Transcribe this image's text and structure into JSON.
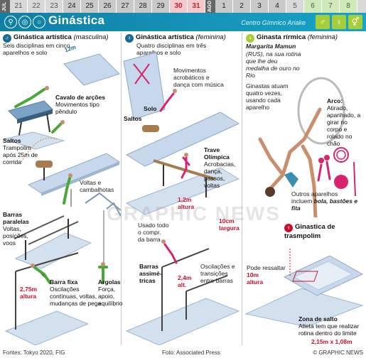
{
  "datebar": {
    "month1": "JUL",
    "days1": [
      "21",
      "22",
      "23",
      "24",
      "25",
      "26",
      "27",
      "28",
      "29",
      "30",
      "31"
    ],
    "month2": "AGO",
    "days2": [
      "1",
      "2",
      "3",
      "4",
      "5",
      "6",
      "7",
      "8"
    ]
  },
  "header": {
    "title": "Ginástica",
    "venue": "Centro Gímnico Ariake",
    "accent": "#1a9bc2"
  },
  "artistic_m": {
    "title": "Ginástica artística",
    "title_tag": "(masculina)",
    "desc": "Seis disciplinas em cinco aparelhos e solo",
    "floor_size": "12m",
    "pommel_title": "Cavalo de arções",
    "pommel_desc": "Movimentos tipo pêndulo",
    "vault_title": "Saltos",
    "vault_desc": "Trampolim após 25m de corrida",
    "rings_note": "Voltas e cambalhotas",
    "pbars_title": "Barras paralelas",
    "pbars_desc": "Voltas, posições, voos",
    "hbar_title": "Barra fixa",
    "hbar_desc": "Oscilações contínuas, voltas, mudanças de pega",
    "hbar_height": "2,75m altura",
    "rings_title": "Argolas",
    "rings_desc": "Força, apoio, equilíbrio"
  },
  "artistic_f": {
    "title": "Ginástica artística",
    "title_tag": "(feminina)",
    "desc": "Quatro disciplinas em três aparelhos e solo",
    "floor_note": "Movimentos acrobáticos e dança com música",
    "solo": "Solo",
    "vault": "Saltos",
    "beam_title": "Trave Olímpica",
    "beam_desc": "Acrobacias, dança, passos, voltas",
    "beam_height": "1,2m altura",
    "beam_width": "10cm largura",
    "beam_note": "Usado todo o compr. da barra",
    "ubars_title": "Barras assimé-tricas",
    "ubars_height": "2,4m alt.",
    "ubars_note": "Oscilações e transições entre barras"
  },
  "rhythmic": {
    "title": "Ginasta rírmica",
    "title_tag": "(feminina)",
    "athlete_name": "Margarita Mamun",
    "athlete_desc": "(RUS), na sua rotina que lhe deu medalha de ouro no Rio",
    "quartet": "Ginastas atuam quatro vezes, usando cada aparelho",
    "hoop_title": "Arco:",
    "hoop_desc": "Atirado, apanhado, a girar no corpo e rolado no chão",
    "other_prefix": "Outros aparelhos incluem",
    "other_items": "bola, bastões e fita"
  },
  "trampoline": {
    "title": "Ginastica de trasmpolim",
    "height_note": "Pode ressaltar",
    "height_val": "10m altura",
    "zone_title": "Zona de salto",
    "zone_desc": "Atleta tem que realizar rotina dentro do limite",
    "zone_size": "2,15m x 1,08m"
  },
  "footer": {
    "sources": "Fontes: Tokyo 2020, FIG",
    "photo": "Foto: Associated Press",
    "copyright": "© GRAPHIC NEWS"
  },
  "watermark": "GRAPHIC NEWS",
  "icons": [
    "gymnast-icon",
    "man-icon",
    "woman-icon",
    "hoop-icon",
    "trampoline-icon"
  ]
}
